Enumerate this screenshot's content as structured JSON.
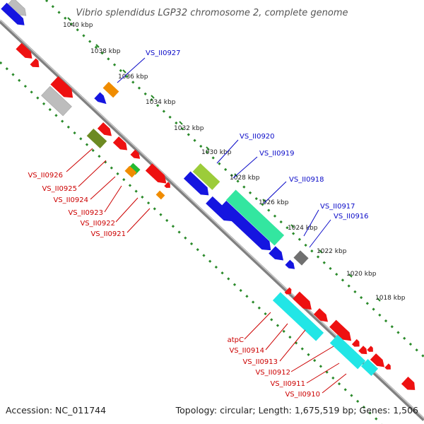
{
  "title": "Vibrio splendidus LGP32 chromosome 2, complete genome",
  "footer": {
    "accession": "Accession: NC_011744",
    "topology": "Topology: circular; Length: 1,675,519 bp; Genes: 1,506"
  },
  "ticks": [
    "1040 kbp",
    "1038 kbp",
    "1036 kbp",
    "1034 kbp",
    "1032 kbp",
    "1030 kbp",
    "1028 kbp",
    "1026 kbp",
    "1024 kbp",
    "1022 kbp",
    "1020 kbp",
    "1018 kbp"
  ],
  "outer_labels": [
    "VS_II0927",
    "VS_II0920",
    "VS_II0919",
    "VS_II0918",
    "VS_II0917",
    "VS_II0916"
  ],
  "inner_labels": [
    "VS_II0926",
    "VS_II0925",
    "VS_II0924",
    "VS_II0923",
    "VS_II0922",
    "VS_II0921",
    "atpC",
    "VS_II0914",
    "VS_II0913",
    "VS_II0912",
    "VS_II0911",
    "VS_II0910"
  ],
  "colors": {
    "outer_label": "#0a0ac8",
    "inner_label": "#cc0000",
    "backbone": "#808080",
    "dots": "#2a8a2a",
    "red": "#ee1111",
    "blue": "#1515e0",
    "gray": "#bdbdbd",
    "darkgray": "#707070",
    "orange": "#f08c00",
    "olive": "#6d8a22",
    "lime": "#9ccc3a",
    "mint": "#33e6a0",
    "cyan": "#22e6e6"
  }
}
